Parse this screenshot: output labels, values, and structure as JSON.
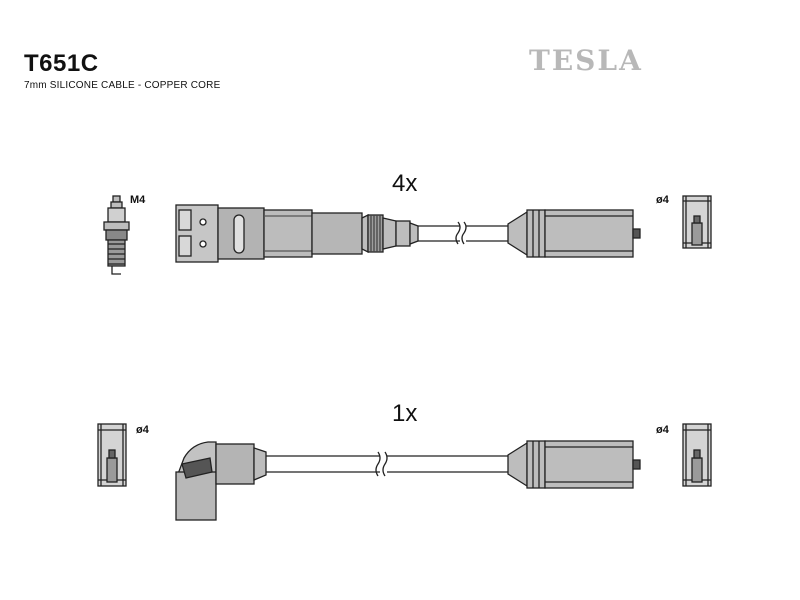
{
  "header": {
    "part_number": "T651C",
    "description": "7mm SILICONE CABLE - COPPER CORE",
    "brand": "TESLA"
  },
  "cable_sets": [
    {
      "quantity": "4x",
      "thread": "M4",
      "left_terminal": "",
      "right_terminal": "ø4"
    },
    {
      "quantity": "1x",
      "thread": "",
      "left_terminal": "ø4",
      "right_terminal": "ø4"
    }
  ],
  "colors": {
    "line": "#222222",
    "fill": "#bdbdbd",
    "dark": "#555555",
    "brand": "#b8b8b8"
  }
}
